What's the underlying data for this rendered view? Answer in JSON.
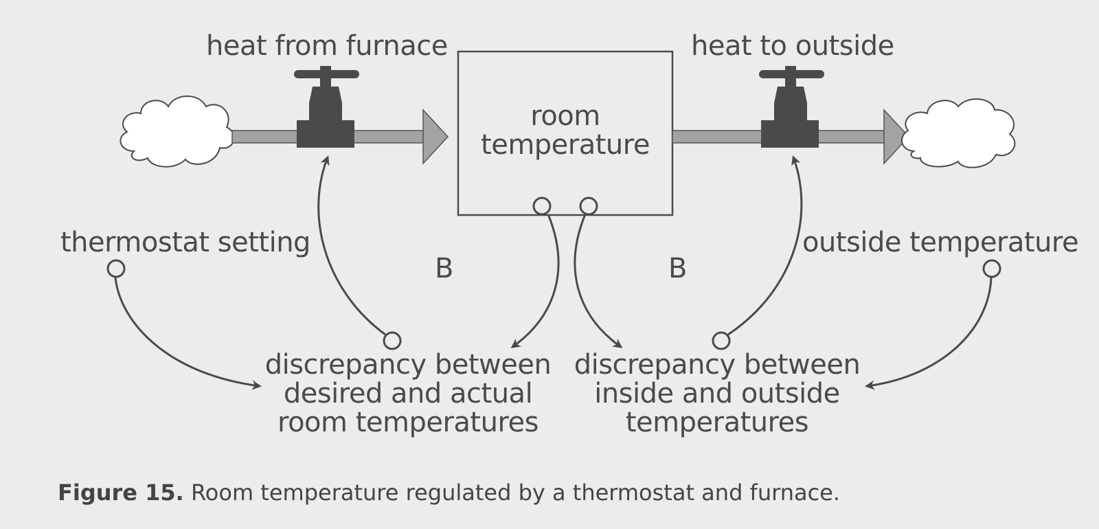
{
  "diagram": {
    "stock": {
      "line1": "room",
      "line2": "temperature"
    },
    "flows": {
      "inflow": "heat from furnace",
      "outflow": "heat to outside"
    },
    "auxiliaries": {
      "thermostat": "thermostat setting",
      "outside": "outside temperature",
      "discrepancy_desired": [
        "discrepancy between",
        "desired and actual",
        "room temperatures"
      ],
      "discrepancy_outside": [
        "discrepancy between",
        "inside and outside",
        "temperatures"
      ]
    },
    "loops": {
      "left": "B",
      "right": "B"
    }
  },
  "caption": {
    "figure_label": "Figure 15.",
    "text": " Room temperature regulated by a thermostat and furnace."
  },
  "colors": {
    "background": "#ececec",
    "ink": "#4a4a4c",
    "valve": "#4a4a4c",
    "pipe": "#a3a3a5",
    "cloud_fill": "#ffffff"
  },
  "icons": [
    "cloud-source-icon",
    "cloud-sink-icon",
    "valve-icon"
  ]
}
